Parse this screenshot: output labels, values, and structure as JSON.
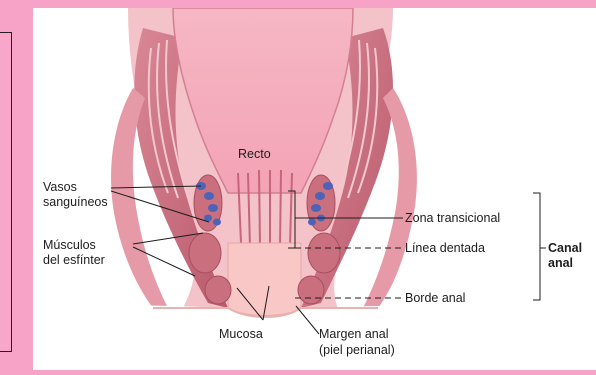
{
  "diagram": {
    "labels": {
      "recto": "Recto",
      "vasos_1": "Vasos",
      "vasos_2": "sanguíneos",
      "musculos_1": "Músculos",
      "musculos_2": "del esfínter",
      "zona": "Zona transicional",
      "linea": "Línea dentada",
      "borde": "Borde anal",
      "mucosa": "Mucosa",
      "margen_1": "Margen anal",
      "margen_2": "(piel perianal)",
      "canal_1": "Canal",
      "canal_2": "anal"
    },
    "colors": {
      "page_background": "#f7a3c8",
      "tissue_pink": "#f0a9b5",
      "muscle_red": "#c96f7d",
      "mucosa_light": "#f9c7c6",
      "vessel_blue": "#4d63b8",
      "skin": "#f3c7bf"
    }
  }
}
